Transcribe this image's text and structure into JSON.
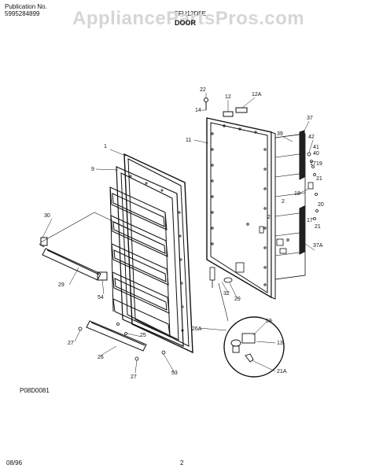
{
  "header": {
    "publication_label": "Publication No.",
    "publication_number": "5995284899",
    "model": "FFU12D9E",
    "section_title": "DOOR",
    "watermark": "AppliancePartsPros.com"
  },
  "diagram": {
    "drawing_code": "P08D0081",
    "part_labels": [
      "22",
      "14",
      "12",
      "12A",
      "37",
      "11",
      "39",
      "42",
      "41",
      "40",
      "17",
      "19",
      "21",
      "1",
      "9",
      "18",
      "2",
      "20",
      "17",
      "30",
      "21",
      "37A",
      "2",
      "29",
      "54",
      "32",
      "29",
      "25",
      "26A",
      "59",
      "27",
      "26",
      "13",
      "27",
      "53",
      "21A"
    ]
  },
  "footer": {
    "date": "08/96",
    "page": "2"
  },
  "colors": {
    "line": "#111111",
    "watermark": "#d6d6d6"
  }
}
